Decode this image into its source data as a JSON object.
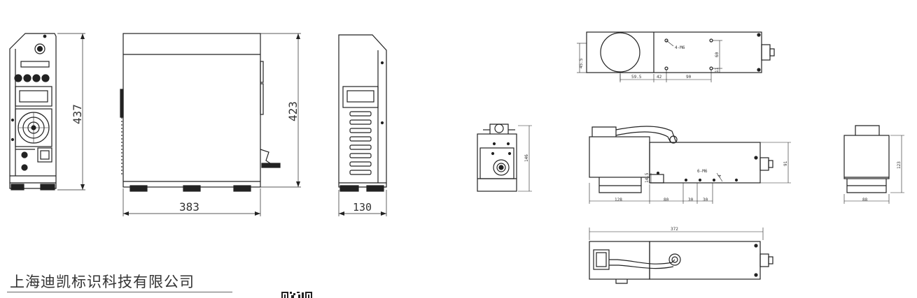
{
  "company": {
    "name": "上海迪凯标识科技有限公司"
  },
  "dimensions": {
    "front_height": "437",
    "side_height": "423",
    "side_width": "383",
    "rear_width": "130",
    "top_45_5": "45.5",
    "top_59_5": "59.5",
    "top_42": "42",
    "top_90": "90",
    "top_60": "60",
    "top_11": "11",
    "top_4_m6": "4-M6",
    "head_146": "146",
    "mid_128": "128",
    "mid_80": "80",
    "mid_30a": "30",
    "mid_30b": "30",
    "mid_91": "91",
    "mid_14_5": "14.5",
    "mid_6_m6": "6-M6",
    "mid_4": "4",
    "right_123": "123",
    "right_88": "88",
    "bottom_372": "372"
  }
}
